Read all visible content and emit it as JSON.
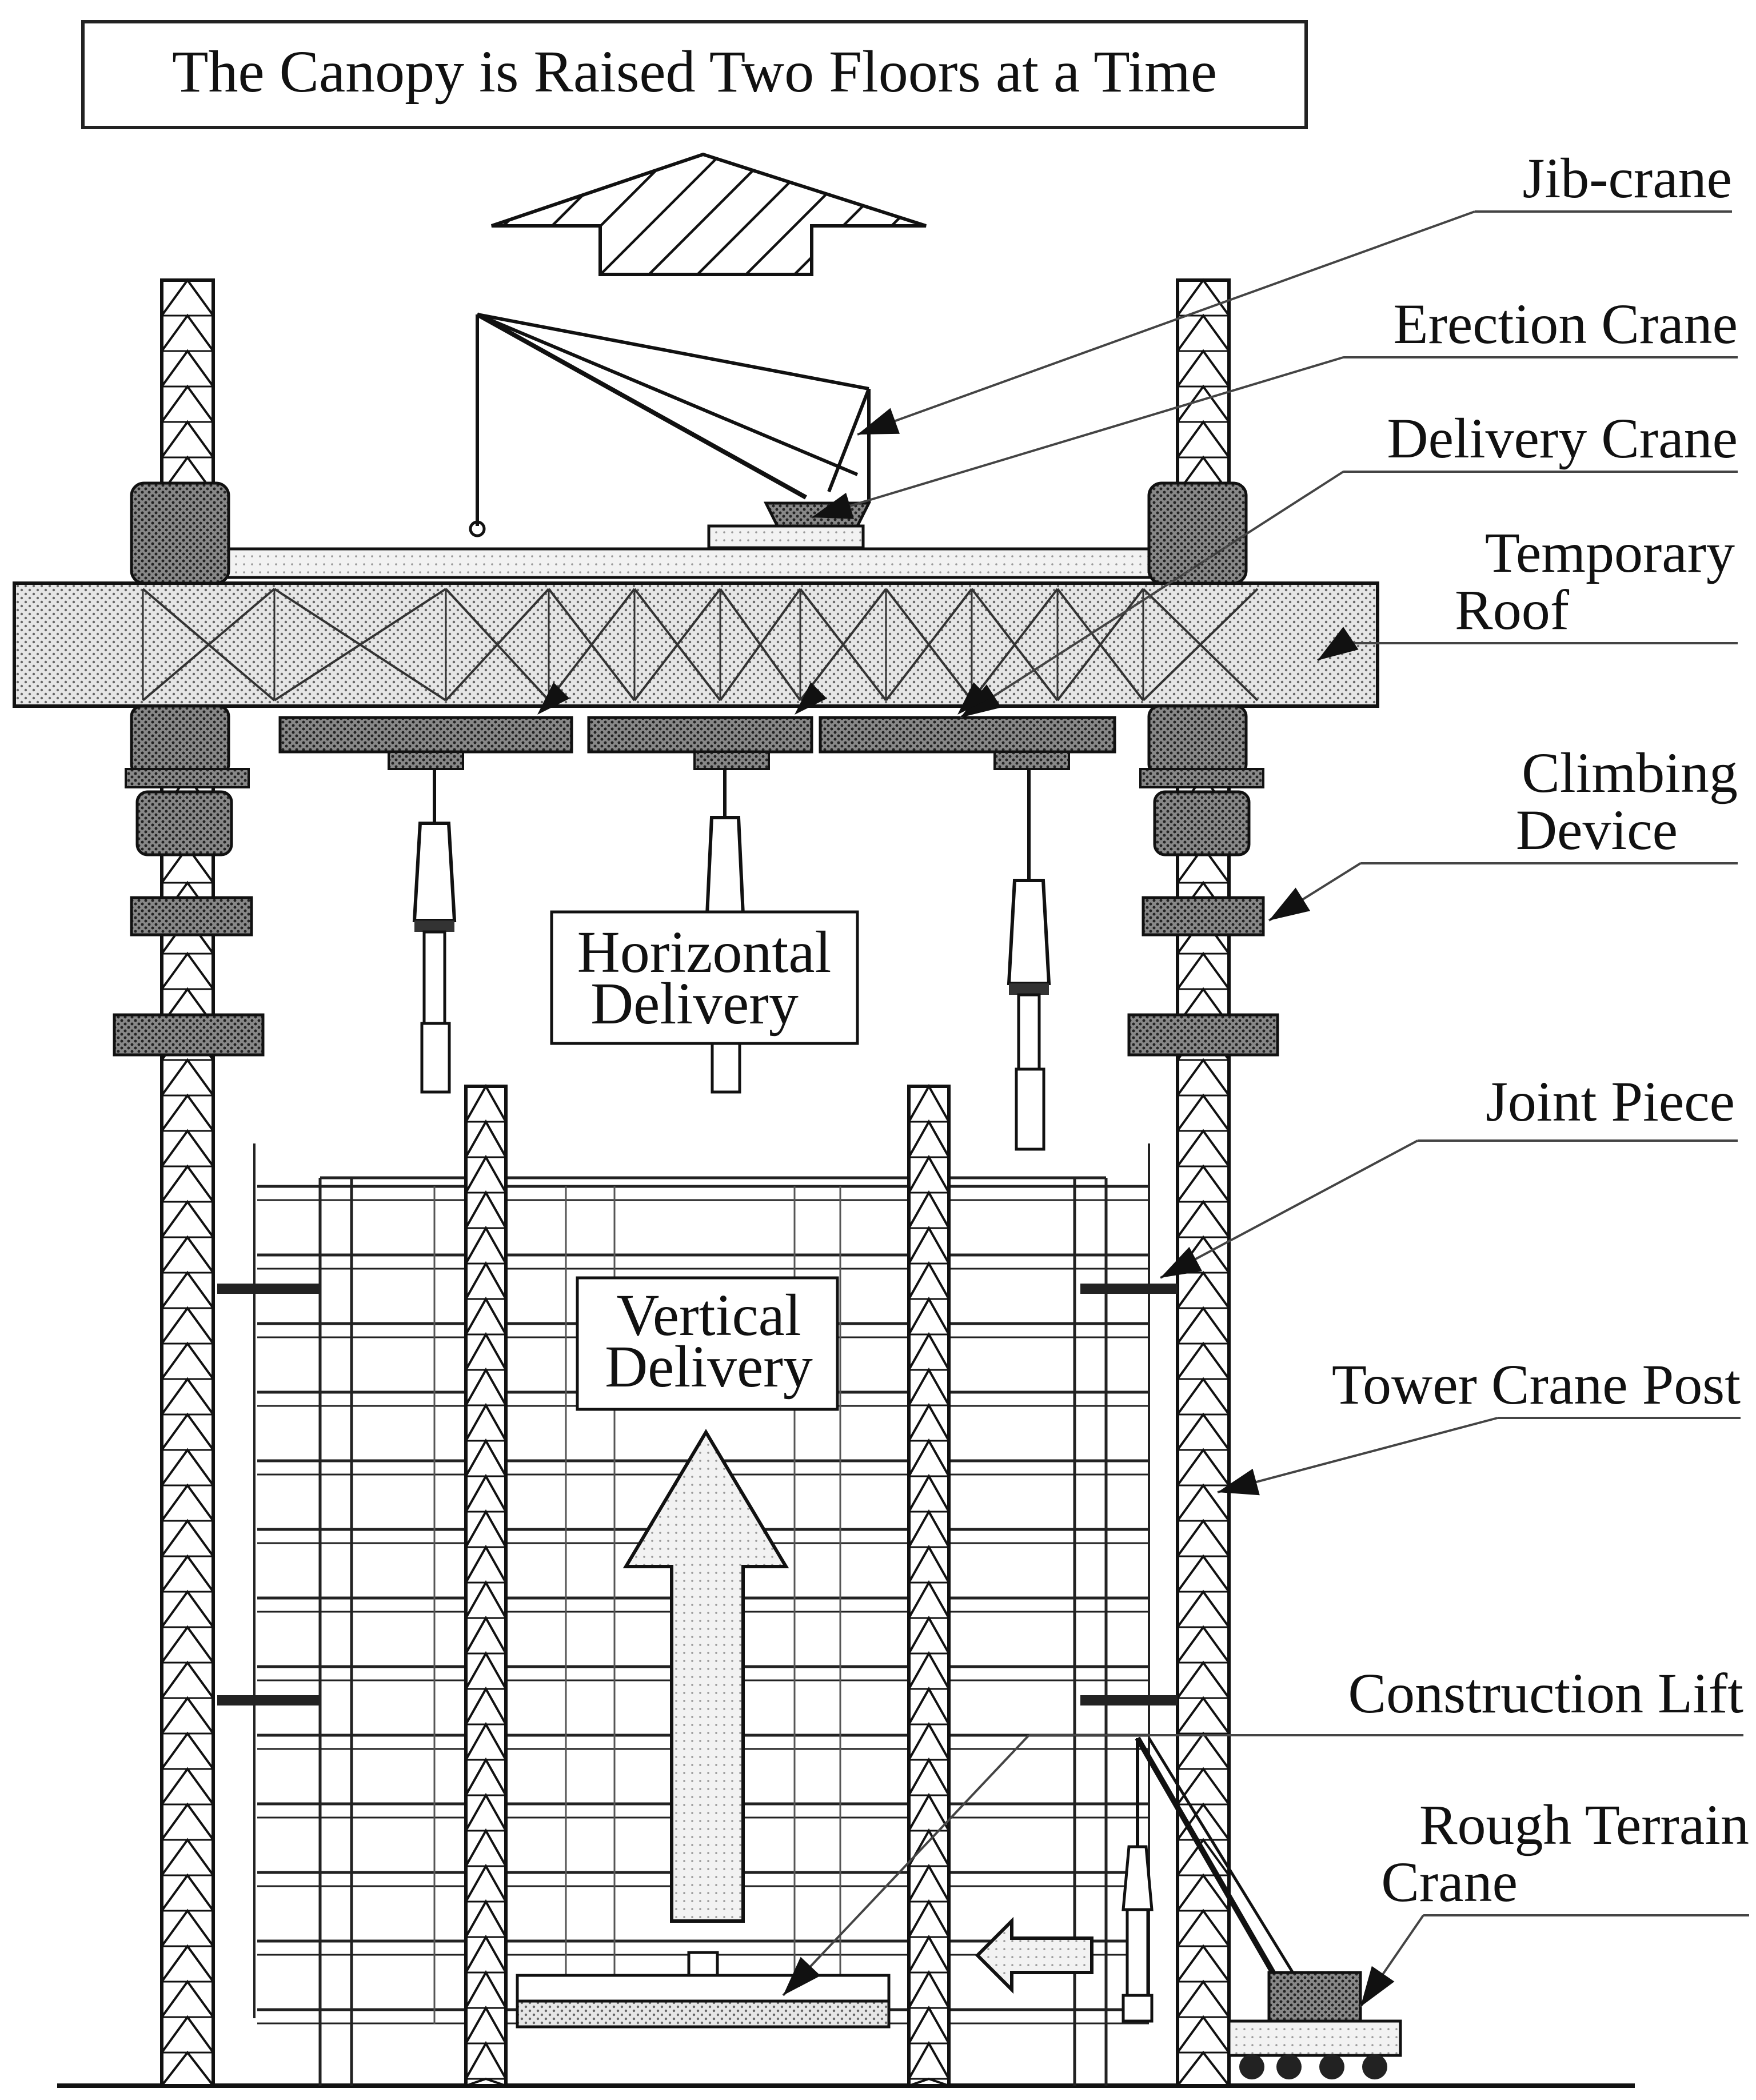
{
  "title": "The Canopy is Raised Two Floors at a Time",
  "labels": {
    "jib_crane": "Jib-crane",
    "erection_crane": "Erection Crane",
    "delivery_crane": "Delivery Crane",
    "temporary_roof_1": "Temporary",
    "temporary_roof_2": "Roof",
    "climbing_device_1": "Climbing",
    "climbing_device_2": "Device",
    "joint_piece": "Joint Piece",
    "tower_crane_post": "Tower Crane Post",
    "construction_lift": "Construction Lift",
    "rough_terrain_crane_1": "Rough Terrain",
    "rough_terrain_crane_2": "Crane"
  },
  "boxes": {
    "horizontal_1": "Horizontal",
    "horizontal_2": "Delivery",
    "vertical_1": "Vertical",
    "vertical_2": "Delivery"
  },
  "colors": {
    "ink": "#111111",
    "hatch_dark": "#555555",
    "stipple": "#c8c8c8",
    "leader": "#444444"
  }
}
